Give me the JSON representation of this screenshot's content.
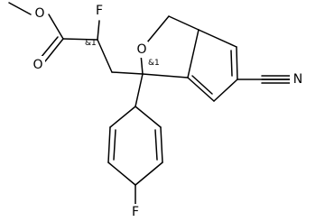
{
  "molecule": {
    "atoms": {
      "fluorine_alpha": "F",
      "ester_oxygen_methoxy": "O",
      "carbonyl_oxygen": "O",
      "ring_oxygen": "O",
      "nitrile_nitrogen": "N",
      "aryl_fluorine": "F"
    },
    "stereo_labels": {
      "alpha_carbon": "&1",
      "quaternary_carbon": "&1"
    }
  }
}
